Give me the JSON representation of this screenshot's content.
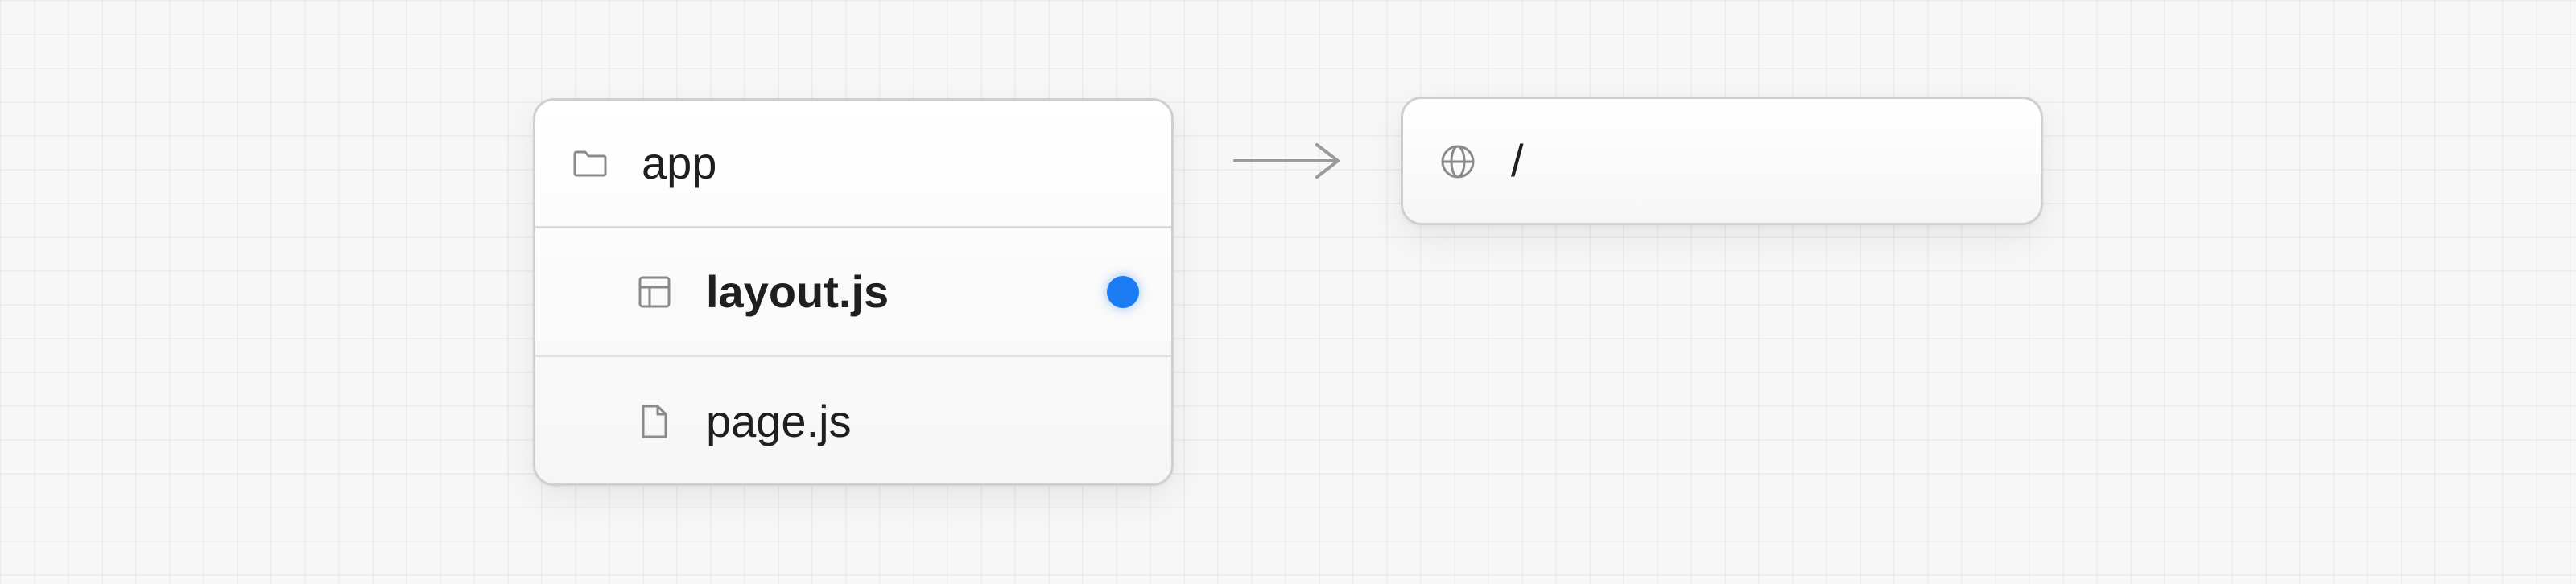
{
  "tree": {
    "folder": {
      "name": "app",
      "icon": "folder-icon"
    },
    "files": [
      {
        "name": "layout.js",
        "icon": "layout-icon",
        "highlighted": true,
        "indicator_color": "#1a7bf2"
      },
      {
        "name": "page.js",
        "icon": "file-icon",
        "highlighted": false
      }
    ]
  },
  "route": {
    "path": "/",
    "icon": "globe-icon"
  },
  "arrow": {
    "icon": "arrow-right-icon"
  },
  "colors": {
    "indicator": "#1a7bf2",
    "icon_stroke": "#8a8a8a",
    "border": "#cfcfcf"
  }
}
